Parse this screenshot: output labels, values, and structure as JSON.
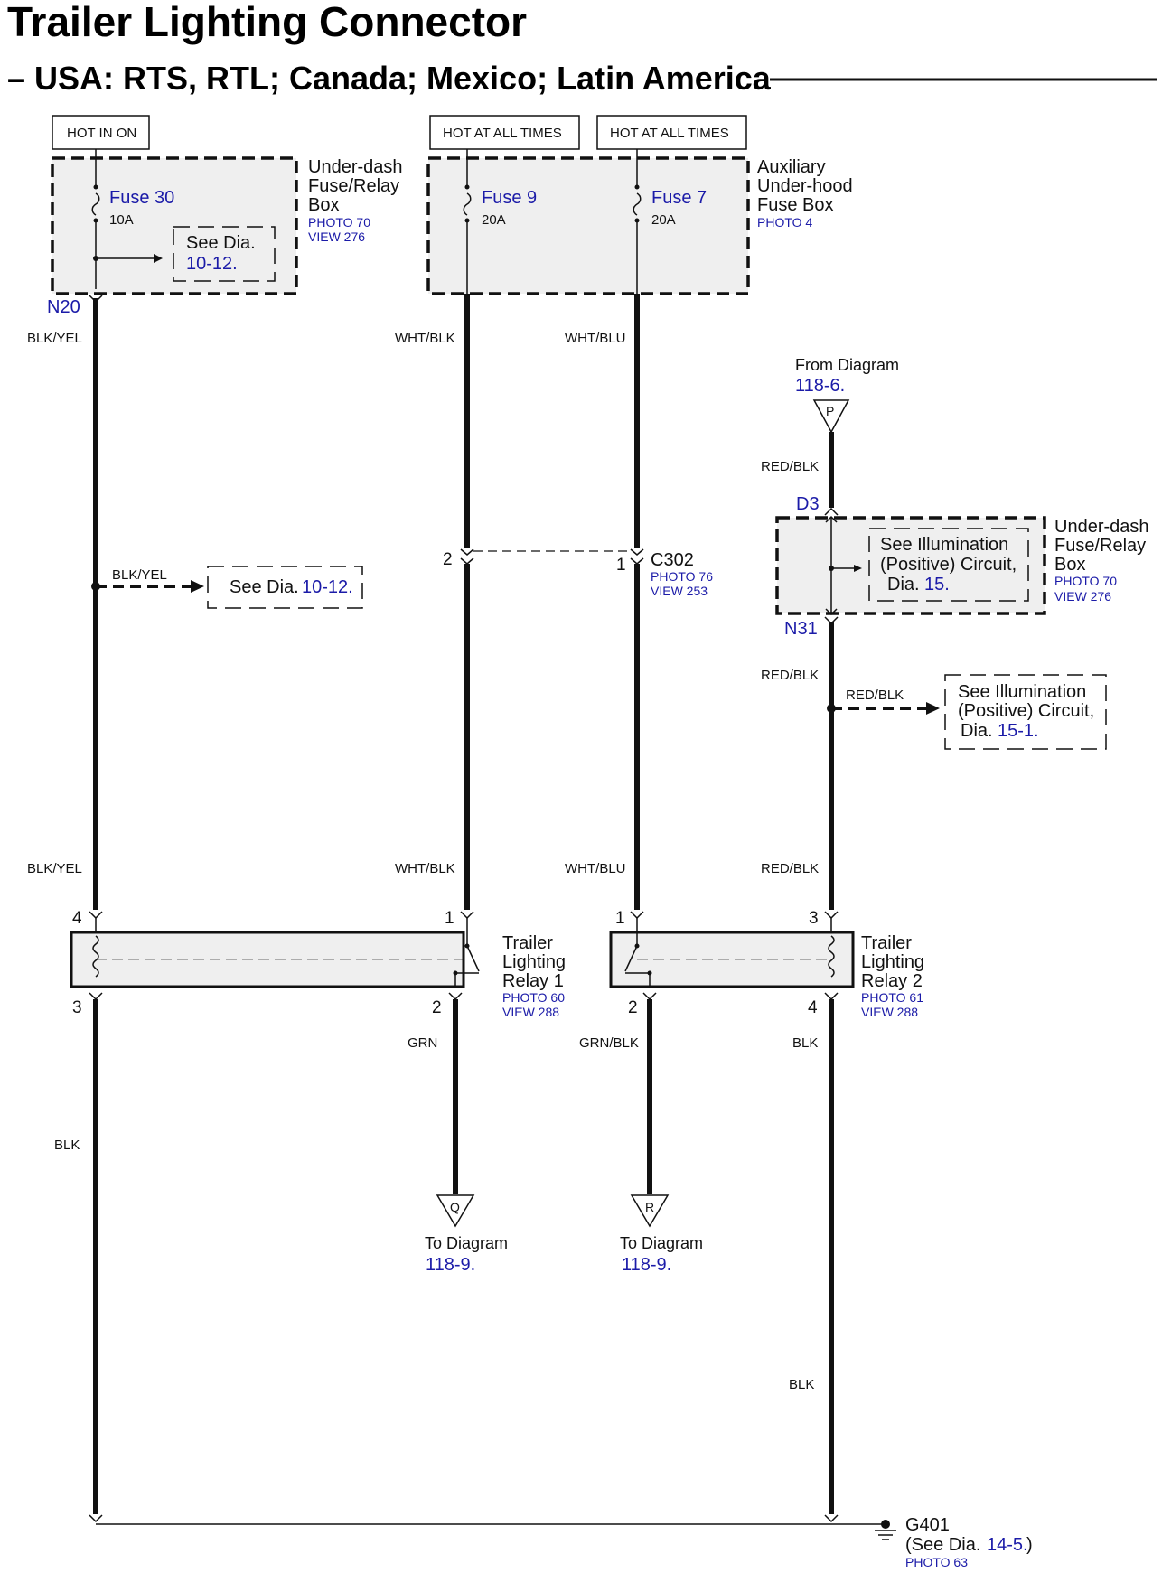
{
  "title": "Trailer Lighting Connector",
  "subtitle": "– USA: RTS, RTL; Canada; Mexico; Latin America",
  "hot_labels": {
    "fuse30": "HOT IN ON",
    "fuse9": "HOT AT ALL TIMES",
    "fuse7": "HOT AT ALL TIMES"
  },
  "under_dash_box_1": {
    "name": [
      "Under-dash",
      "Fuse/Relay",
      "Box"
    ],
    "photo": "PHOTO 70",
    "view": "VIEW 276",
    "fuse_label": "Fuse 30",
    "fuse_rating": "10A",
    "see_dia_text": "See Dia.",
    "see_dia_ref": "10-12.",
    "connector": "N20"
  },
  "aux_box": {
    "name": [
      "Auxiliary",
      "Under-hood",
      "Fuse Box"
    ],
    "photo": "PHOTO 4",
    "fuse9_label": "Fuse 9",
    "fuse9_rating": "20A",
    "fuse7_label": "Fuse 7",
    "fuse7_rating": "20A"
  },
  "wires": {
    "blk_yel": "BLK/YEL",
    "wht_blk": "WHT/BLK",
    "wht_blu": "WHT/BLU",
    "red_blk": "RED/BLK",
    "grn": "GRN",
    "grn_blk": "GRN/BLK",
    "blk": "BLK"
  },
  "from_diagram": {
    "text": "From Diagram",
    "ref": "118-6.",
    "symbol": "P"
  },
  "under_dash_box_2": {
    "name": [
      "Under-dash",
      "Fuse/Relay",
      "Box"
    ],
    "photo": "PHOTO 70",
    "view": "VIEW 276",
    "connector_in": "D3",
    "connector_out": "N31",
    "see_text": [
      "See Illumination",
      "(Positive) Circuit,",
      "Dia."
    ],
    "see_ref": "15."
  },
  "c302": {
    "name": "C302",
    "photo": "PHOTO 76",
    "view": "VIEW 253",
    "pin_left": "2",
    "pin_right": "1"
  },
  "see_dia_branch_left": {
    "text": "See Dia.",
    "ref": "10-12."
  },
  "see_illum_branch": {
    "lines": [
      "See Illumination",
      "(Positive) Circuit,",
      "Dia."
    ],
    "ref": "15-1."
  },
  "relay1": {
    "name": [
      "Trailer",
      "Lighting",
      "Relay 1"
    ],
    "photo": "PHOTO 60",
    "view": "VIEW 288",
    "pins": {
      "top_left": "4",
      "top_right": "1",
      "bottom_left": "3",
      "bottom_right": "2"
    }
  },
  "relay2": {
    "name": [
      "Trailer",
      "Lighting",
      "Relay 2"
    ],
    "photo": "PHOTO 61",
    "view": "VIEW 288",
    "pins": {
      "top_left": "1",
      "top_right": "3",
      "bottom_left": "2",
      "bottom_right": "4"
    }
  },
  "to_q": {
    "symbol": "Q",
    "text": "To Diagram",
    "ref": "118-9."
  },
  "to_r": {
    "symbol": "R",
    "text": "To Diagram",
    "ref": "118-9."
  },
  "ground": {
    "name": "G401",
    "see_text": "(See Dia.",
    "see_ref": "14-5.",
    "see_close": ")",
    "photo": "PHOTO 63"
  }
}
